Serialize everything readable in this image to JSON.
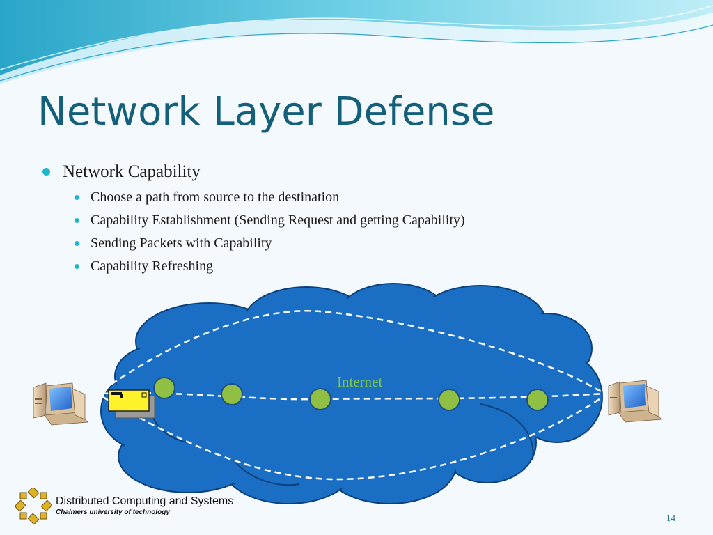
{
  "slide": {
    "title": "Network Layer Defense",
    "bullets": [
      {
        "text": "Network Capability",
        "children": [
          "Choose a path from source to the destination",
          "Capability Establishment (Sending Request and getting Capability)",
          "Sending Packets with Capability",
          "Capability Refreshing"
        ]
      }
    ],
    "diagram": {
      "cloud_label": "Internet",
      "colors": {
        "cloud": "#1a6fc4",
        "cloud_outline": "#0d3f78",
        "router": "#8fc043",
        "path": "#ffffff",
        "packet": "#fff22a"
      }
    },
    "footer": {
      "org_name": "Distributed Computing and Systems",
      "university": "Chalmers university of technology",
      "page_number": "14"
    },
    "colors": {
      "title": "#14607a",
      "bullet": "#1cb6cc",
      "wave": "#3fb7d4"
    }
  }
}
